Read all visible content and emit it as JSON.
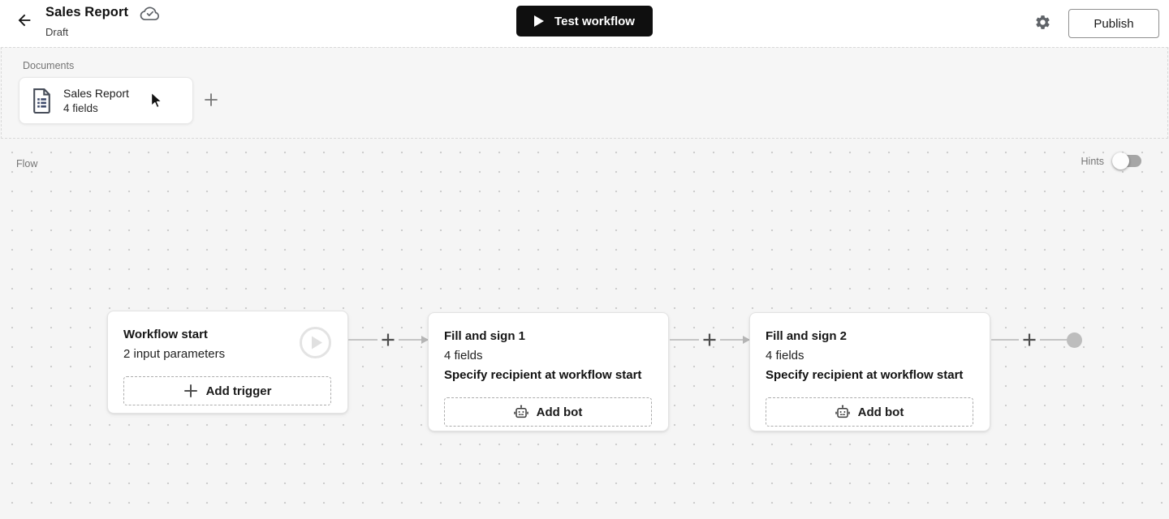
{
  "header": {
    "title": "Sales Report",
    "status": "Draft",
    "test_button_label": "Test workflow",
    "publish_button_label": "Publish"
  },
  "documents": {
    "section_label": "Documents",
    "card": {
      "title": "Sales Report",
      "subtitle": "4 fields"
    }
  },
  "flow": {
    "section_label": "Flow",
    "hints_label": "Hints",
    "hints_enabled": false,
    "nodes": [
      {
        "title": "Workflow start",
        "subtitle": "2 input parameters",
        "action_label": "Add trigger"
      },
      {
        "title": "Fill and sign 1",
        "subtitle": "4 fields",
        "note": "Specify recipient at workflow start",
        "action_label": "Add bot"
      },
      {
        "title": "Fill and sign 2",
        "subtitle": "4 fields",
        "note": "Specify recipient at workflow start",
        "action_label": "Add bot"
      }
    ]
  },
  "icons": {
    "back": "arrow-left",
    "saved_status": "cloud-check",
    "test_play": "play-triangle",
    "settings": "gear",
    "document": "page-with-list",
    "add": "plus",
    "bot": "robot-face",
    "run_step": "play-circle",
    "flow_end": "filled-dot",
    "pointer": "mouse-arrow"
  },
  "colors": {
    "primary_button_bg": "#0f0f0f",
    "header_bg": "#ffffff",
    "canvas_bg": "#f5f5f5",
    "dot_grid": "#cdcdcd",
    "connector": "#c4c4c4",
    "dashed_border": "#adadad",
    "toggle_track_off": "#a6a6a6",
    "document_icon_accent": "#3e4a6b"
  }
}
